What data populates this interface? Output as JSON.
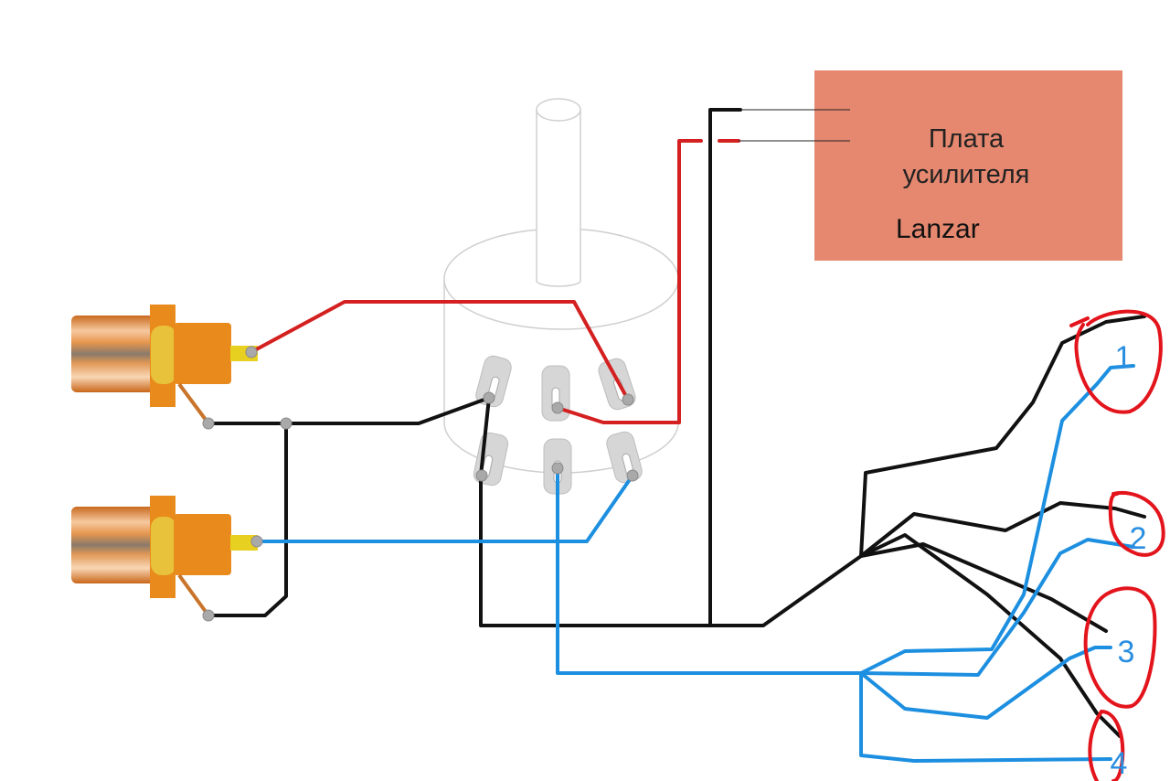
{
  "amplifier_board": {
    "title_line1": "Плата",
    "title_line2": "усилителя",
    "brand": "Lanzar"
  },
  "output_labels": [
    "1",
    "2",
    "3",
    "4"
  ],
  "colors": {
    "board_fill": "#e5886f",
    "wire_red": "#d42020",
    "wire_black": "#111111",
    "wire_blue": "#1d8fe0",
    "rca_orange": "#e88a1c",
    "rca_gold": "#e8c23a",
    "circle_red": "#e3141c",
    "label_blue": "#2a8ee0"
  }
}
